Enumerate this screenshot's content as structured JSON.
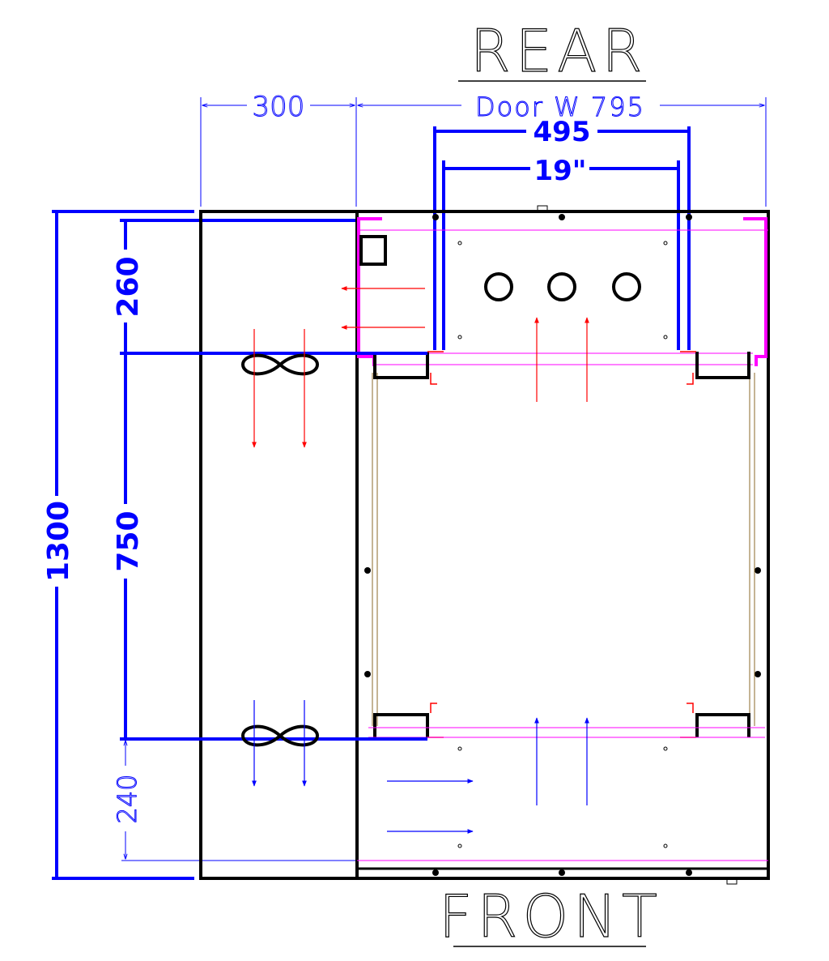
{
  "labels": {
    "rear": "REAR",
    "front": "FRONT"
  },
  "dimensions": {
    "side_width": "300",
    "door_width": "Door W 795",
    "rack_outer": "495",
    "rack_inner": "19\"",
    "total_depth": "1300",
    "rear_section": "260",
    "middle_section": "750",
    "front_section": "240"
  },
  "colors": {
    "outline": "#000000",
    "dimension": "#0000ff",
    "hot_air": "#ff0000",
    "cold_air": "#0000ff",
    "frame": "#ff00ff",
    "rail": "#8b6a2a"
  },
  "symbols": {
    "fan": "fan-icon",
    "airflow_arrow": "arrow-icon",
    "cable_port": "circle-icon"
  }
}
